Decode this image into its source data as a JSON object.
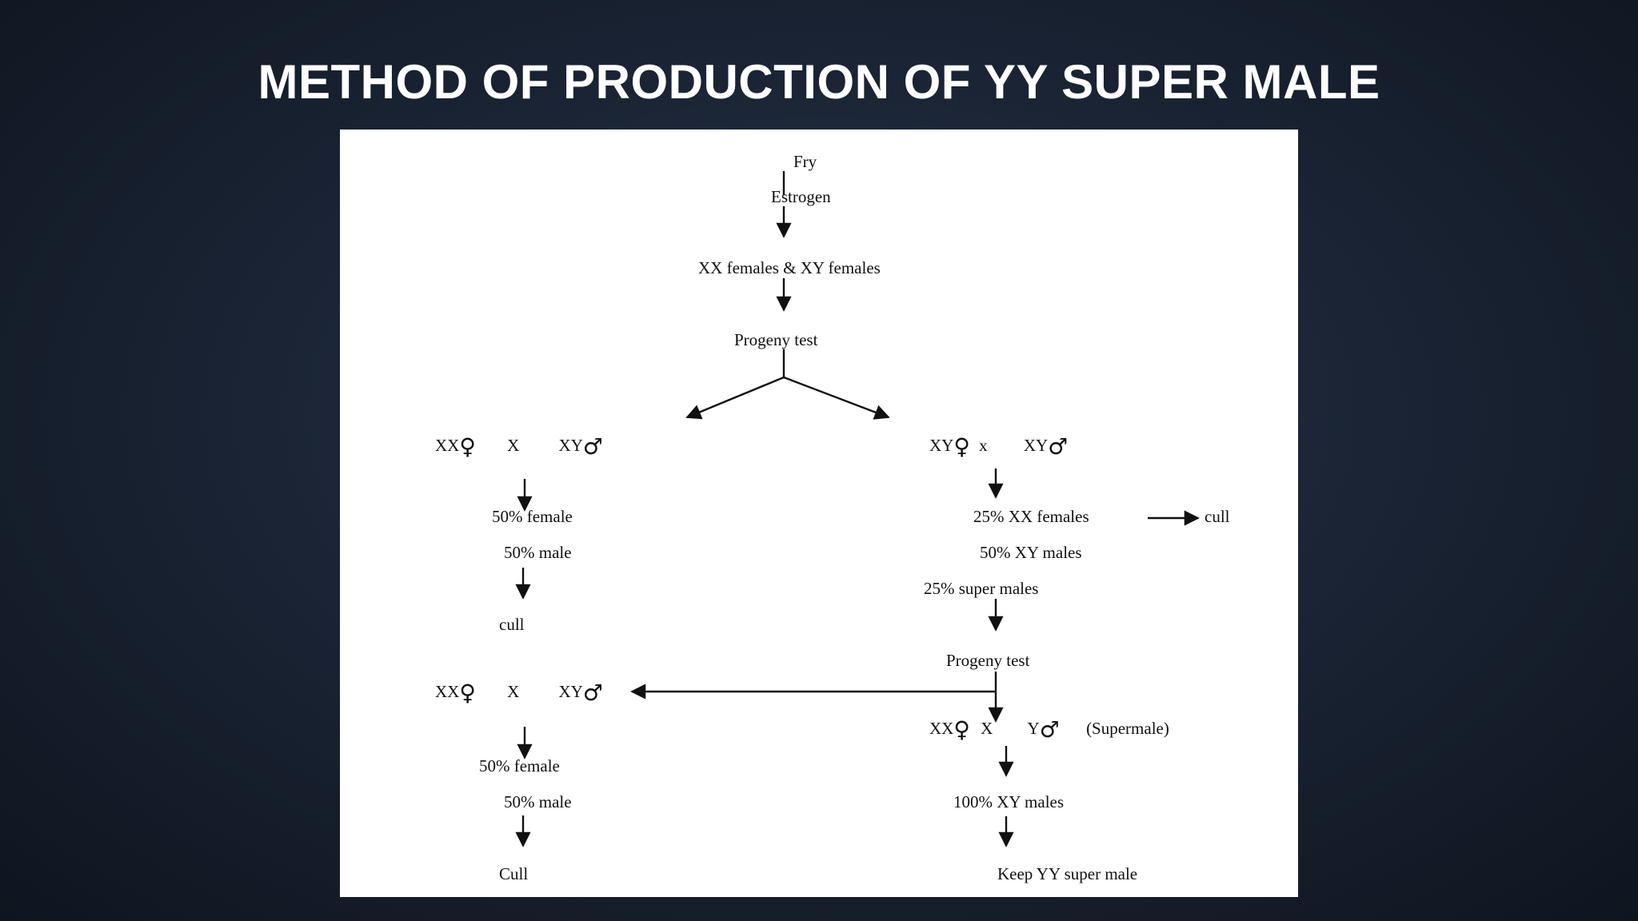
{
  "slide": {
    "title": "METHOD OF PRODUCTION OF YY SUPER MALE"
  },
  "diagram": {
    "fry": "Fry",
    "estrogen": "Estrogen",
    "females": "XX females & XY females",
    "progeny_test_1": "Progeny test",
    "left_cross_1": {
      "female": "XX",
      "cross": "X",
      "male": "XY"
    },
    "right_cross_1": {
      "female": "XY",
      "cross": "x",
      "male": "XY"
    },
    "left_result_female_1": "50% female",
    "left_result_male_1": "50% male",
    "left_cull_1": "cull",
    "right_result_xx": "25% XX females",
    "right_cull": "cull",
    "right_result_xy": "50% XY males",
    "right_result_super": "25% super males",
    "progeny_test_2": "Progeny test",
    "left_cross_2": {
      "female": "XX",
      "cross": "X",
      "male": "XY"
    },
    "right_cross_2": {
      "female": "XX",
      "cross": "X",
      "male": "Y",
      "note": "(Supermale)"
    },
    "left_result_female_2": "50% female",
    "left_result_male_2": "50% male",
    "left_cull_2": "Cull",
    "right_result_100": "100% XY males",
    "keep": "Keep YY super male",
    "symbols": {
      "female": "♀",
      "male": "♂"
    }
  }
}
